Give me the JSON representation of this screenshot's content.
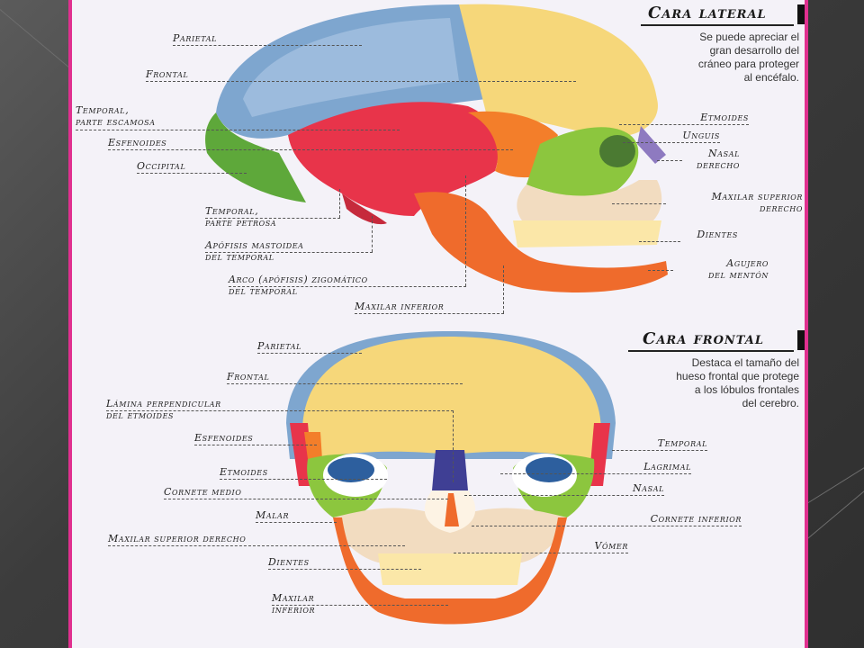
{
  "lateral": {
    "title": "Cara lateral",
    "description": [
      "Se puede apreciar el",
      "gran desarrollo del",
      "cráneo para proteger",
      "al encéfalo."
    ],
    "labels": {
      "parietal": "Parietal",
      "frontal": "Frontal",
      "temporal_escamosa_1": "Temporal,",
      "temporal_escamosa_2": "parte escamosa",
      "esfenoides": "Esfenoides",
      "occipital": "Occipital",
      "temporal_petrosa_1": "Temporal,",
      "temporal_petrosa_2": "parte petrosa",
      "apofisis_1": "Apófisis mastoidea",
      "apofisis_2": "del temporal",
      "arco_1": "Arco (apófisis) zigomático",
      "arco_2": "del temporal",
      "maxilar_inferior": "Maxilar inferior",
      "etmoides": "Etmoides",
      "unguis": "Unguis",
      "nasal_1": "Nasal",
      "nasal_2": "derecho",
      "maxilar_sup_1": "Maxilar superior",
      "maxilar_sup_2": "derecho",
      "dientes": "Dientes",
      "agujero_1": "Agujero",
      "agujero_2": "del mentón"
    }
  },
  "frontal": {
    "title": "Cara frontal",
    "description": [
      "Destaca el tamaño del",
      "hueso frontal que protege",
      "a los lóbulos frontales",
      "del cerebro."
    ],
    "labels": {
      "parietal": "Parietal",
      "frontal": "Frontal",
      "lamina_1": "Lámina perpendicular",
      "lamina_2": "del etmoides",
      "esfenoides": "Esfenoides",
      "etmoides": "Etmoides",
      "cornete_medio": "Cornete medio",
      "malar": "Malar",
      "maxilar_sup_der": "Maxilar superior derecho",
      "dientes": "Dientes",
      "maxilar_inf_1": "Maxilar",
      "maxilar_inf_2": "inferior",
      "temporal": "Temporal",
      "lagrimal": "Lagrimal",
      "nasal": "Nasal",
      "cornete_inferior": "Cornete inferior",
      "vomer": "Vómer"
    }
  },
  "colors": {
    "parietal": "#7ea6cf",
    "frontal": "#f6d77a",
    "temporal": "#e8344a",
    "esfenoides": "#f37e2a",
    "occipital": "#5ea83a",
    "malar": "#8cc63e",
    "maxilar_superior": "#f2dcc0",
    "maxilar_inferior": "#ef6b2c",
    "teeth": "#fbe7a8",
    "etmoides": "#3f3f94",
    "nasal": "#8e7ac0",
    "accent": "#e0308f"
  }
}
